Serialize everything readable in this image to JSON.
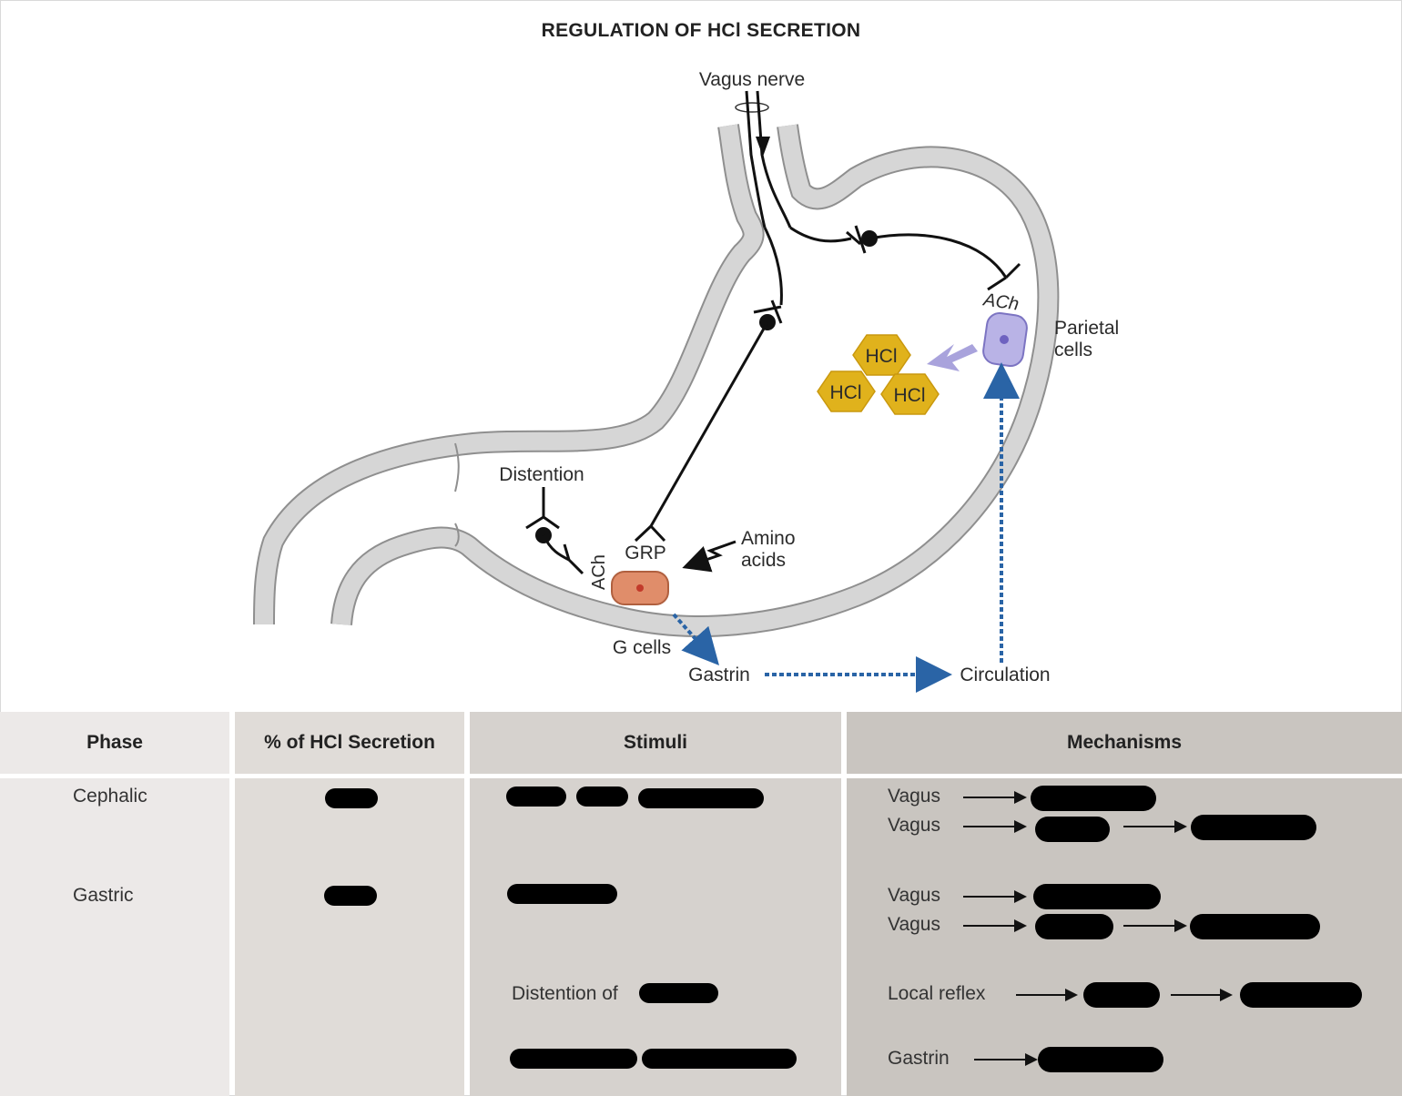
{
  "title": "REGULATION OF HCl SECRETION",
  "diagram": {
    "labels": {
      "vagus_nerve": "Vagus nerve",
      "ach_top": "ACh",
      "parietal_cells_line1": "Parietal",
      "parietal_cells_line2": "cells",
      "distention": "Distention",
      "grp": "GRP",
      "amino_line1": "Amino",
      "amino_line2": "acids",
      "ach_bottom": "ACh",
      "g_cells": "G cells",
      "gastrin": "Gastrin",
      "circulation": "Circulation",
      "hcl": "HCl"
    },
    "colors": {
      "stomach_wall": "#d6d6d6",
      "stomach_outline": "#8f8f8f",
      "hcl_fill": "#e0b21c",
      "parietal_fill": "#b9b3e6",
      "g_cell_fill": "#e08d6a",
      "blue_arrow": "#2a64a6",
      "purple_arrow": "#a9a3dc"
    }
  },
  "table": {
    "headers": {
      "phase": "Phase",
      "percent": "% of HCl Secretion",
      "stimuli": "Stimuli",
      "mechanisms": "Mechanisms"
    },
    "rows": {
      "cephalic": "Cephalic",
      "gastric": "Gastric"
    },
    "stimuli_text": {
      "distention_of": "Distention of"
    },
    "mechanisms": {
      "vagus": "Vagus",
      "local_reflex": "Local reflex",
      "gastrin": "Gastrin"
    },
    "colors": {
      "phase_col": "#ece9e8",
      "percent_col": "#e0dcd8",
      "stimuli_col": "#d6d2ce",
      "mechanisms_col": "#c9c5c0",
      "redaction": "#000000"
    }
  }
}
